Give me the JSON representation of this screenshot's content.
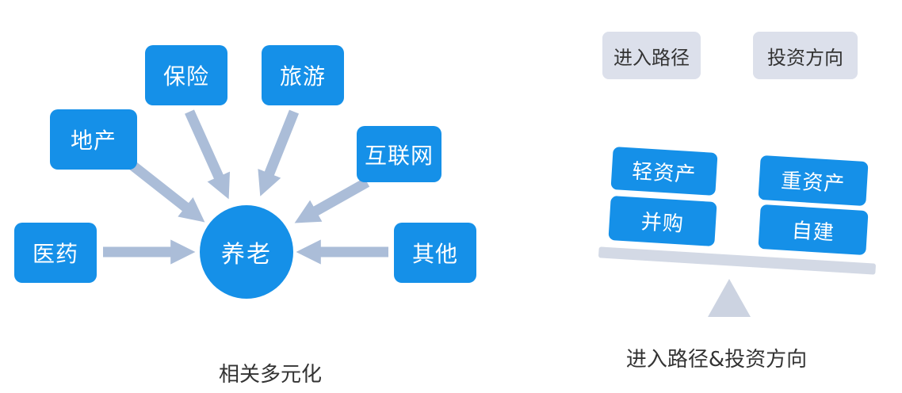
{
  "left_diagram": {
    "caption": "相关多元化",
    "center": "养老",
    "nodes": [
      "保险",
      "旅游",
      "地产",
      "互联网",
      "医药",
      "其他"
    ]
  },
  "right_diagram": {
    "caption": "进入路径&投资方向",
    "headers": [
      "进入路径",
      "投资方向"
    ],
    "seesaw_left": [
      "轻资产",
      "并购"
    ],
    "seesaw_right": [
      "重资产",
      "自建"
    ]
  },
  "colors": {
    "node_blue": "#1590e8",
    "header_gray": "#dce0eb",
    "arrow": "#abbdd8",
    "plank": "#d3d9e5",
    "fulcrum": "#ccd3e1",
    "text_dark": "#333333",
    "text_light": "#ffffff"
  }
}
